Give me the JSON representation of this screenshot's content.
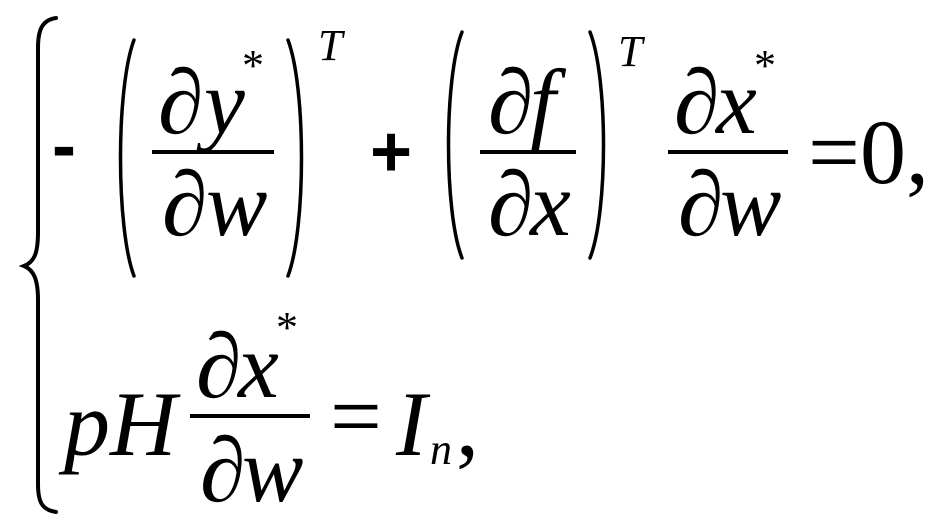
{
  "equation": {
    "line1": {
      "minus": "-",
      "frac1_num_partial": "∂",
      "frac1_num_var": "y",
      "frac1_num_star": "*",
      "frac1_den_partial": "∂",
      "frac1_den_var": "w",
      "transpose1": "T",
      "plus": "+",
      "frac2_num_partial": "∂",
      "frac2_num_var": "f",
      "frac2_den_partial": "∂",
      "frac2_den_var": "x",
      "transpose2": "T",
      "frac3_num_partial": "∂",
      "frac3_num_var": "x",
      "frac3_num_star": "*",
      "frac3_den_partial": "∂",
      "frac3_den_var": "w",
      "equals": "=",
      "rhs": "0,"
    },
    "line2": {
      "lhs_prefix": "pH",
      "frac_num_partial": "∂",
      "frac_num_var": "x",
      "frac_num_star": "*",
      "frac_den_partial": "∂",
      "frac_den_var": "w",
      "equals": "=",
      "rhs_var": "I",
      "rhs_sub": "n",
      "rhs_comma": ","
    }
  }
}
